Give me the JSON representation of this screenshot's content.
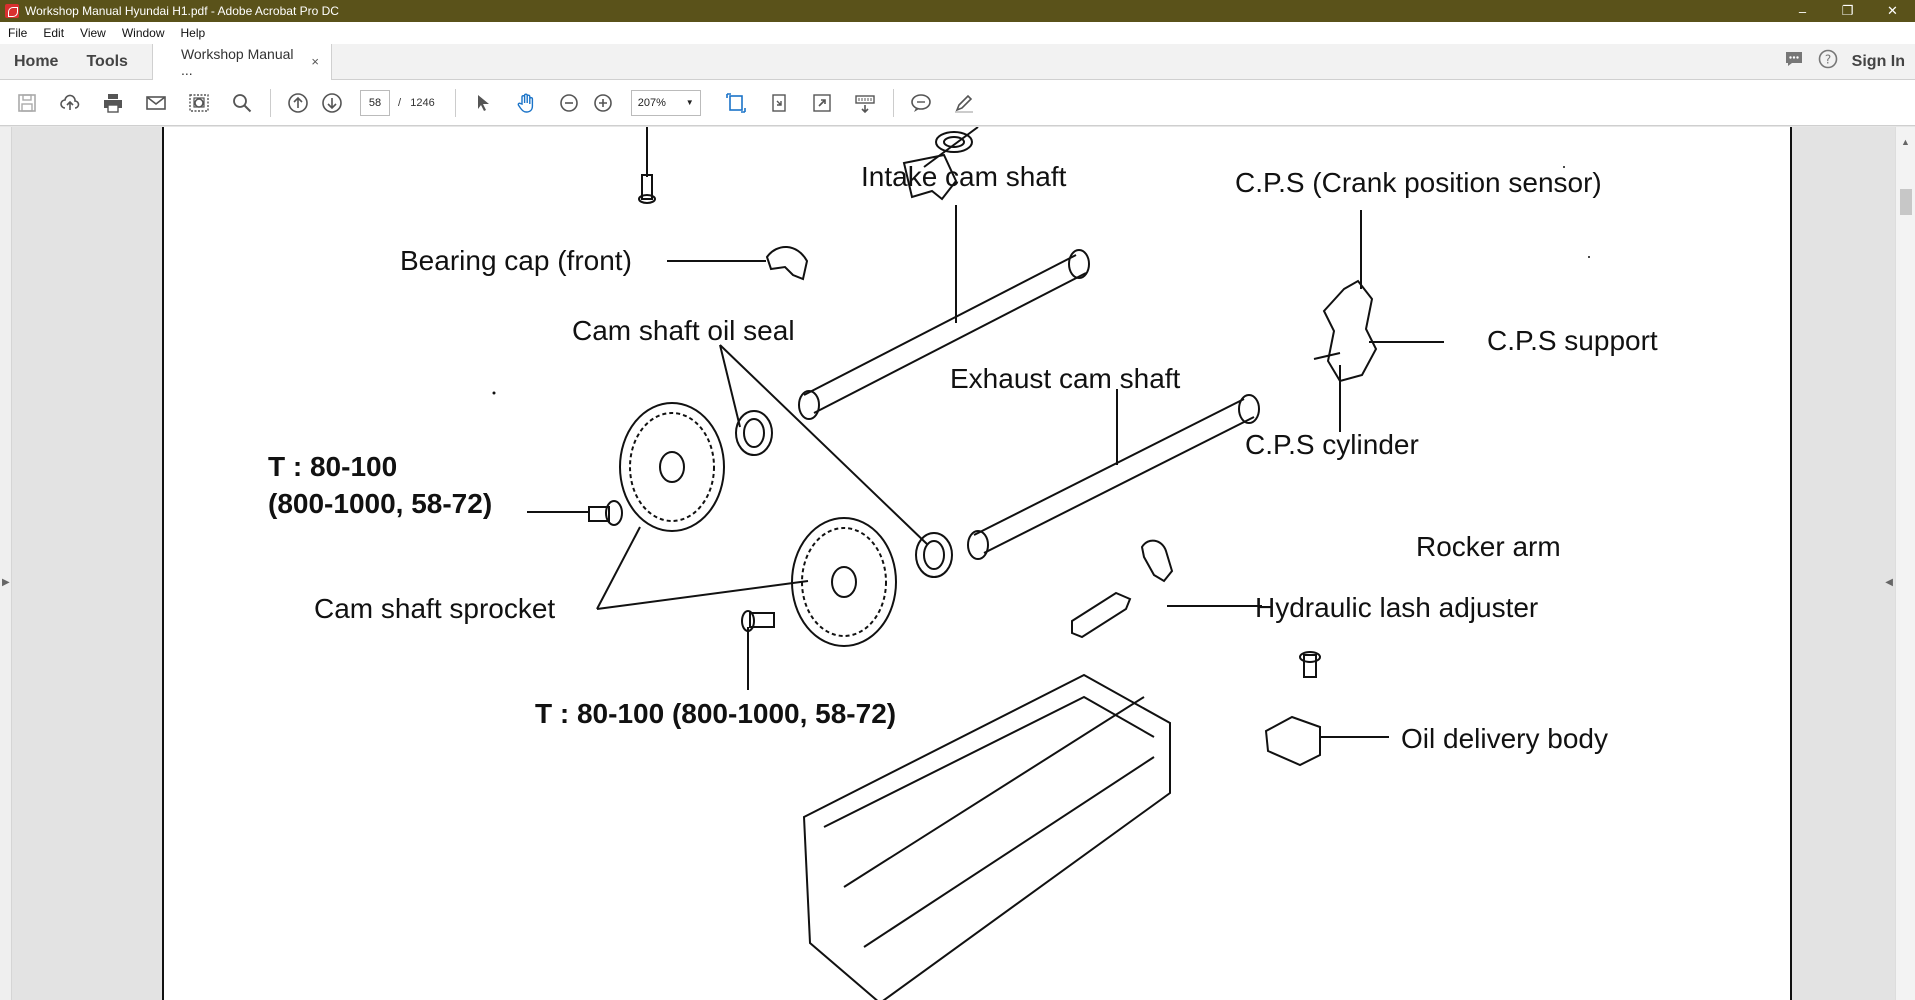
{
  "window": {
    "title": "Workshop Manual Hyundai H1.pdf - Adobe Acrobat Pro DC",
    "minimize": "–",
    "restore": "❐",
    "close": "✕"
  },
  "menu": [
    "File",
    "Edit",
    "View",
    "Window",
    "Help"
  ],
  "tabs": {
    "home": "Home",
    "tools": "Tools",
    "doc": "Workshop Manual ...",
    "doc_close": "×",
    "sign_in": "Sign In"
  },
  "toolbar": {
    "page_current": "58",
    "page_sep": "/",
    "page_total": "1246",
    "zoom": "207%"
  },
  "diagram": {
    "labels": {
      "intake_cam": "Intake cam shaft",
      "cps": "C.P.S (Crank position sensor)",
      "bearing_cap": "Bearing cap (front)",
      "oil_seal": "Cam shaft oil seal",
      "cps_support": "C.P.S support",
      "exhaust_cam": "Exhaust cam shaft",
      "cps_cylinder": "C.P.S cylinder",
      "torque1_line1": "T : 80-100",
      "torque1_line2": "(800-1000, 58-72)",
      "rocker_arm": "Rocker arm",
      "hla": "Hydraulic lash  adjuster",
      "sprocket": "Cam shaft sprocket",
      "torque2": "T : 80-100 (800-1000, 58-72)",
      "oil_delivery": "Oil delivery body"
    }
  },
  "colors": {
    "titlebar": "#5a521a",
    "accent": "#1a73c8"
  }
}
